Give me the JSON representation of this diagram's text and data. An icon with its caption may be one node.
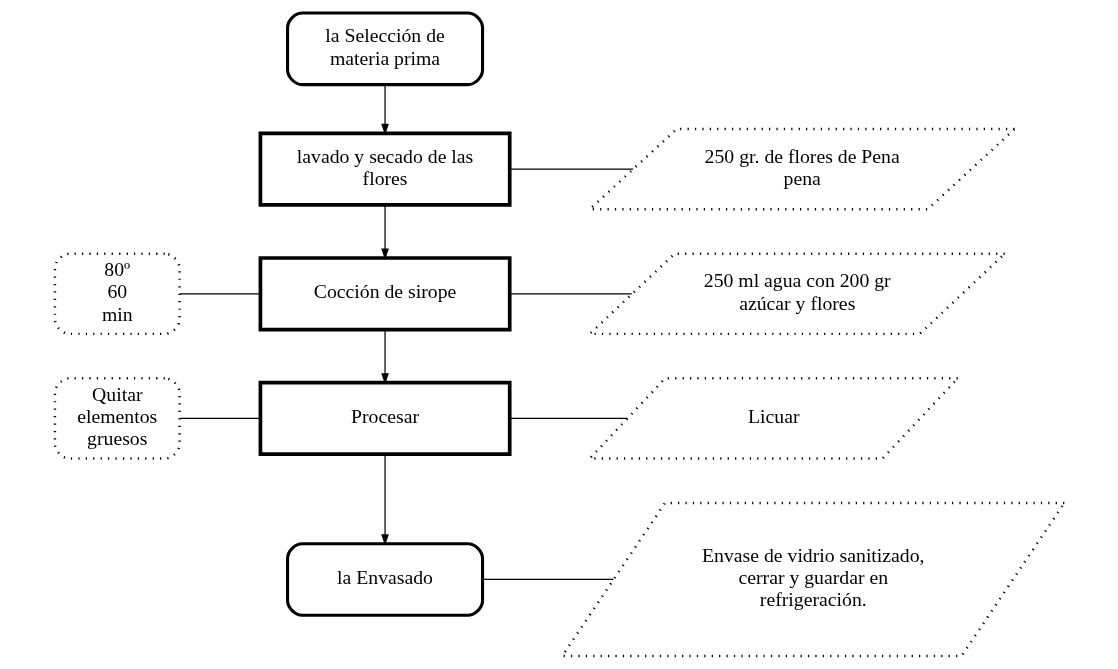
{
  "diagram": {
    "nodes": [
      {
        "text": [
          "la Selección de materia prima"
        ]
      },
      {
        "text": [
          "lavado y secado de las flores"
        ]
      },
      {
        "text": [
          "250 gr. de flores de Pena pena"
        ]
      },
      {
        "text": [
          "80º 60 min"
        ]
      },
      {
        "text": [
          "Cocción de sirope"
        ]
      },
      {
        "text": [
          "250 ml agua con 200 gr azúcar y flores"
        ]
      },
      {
        "text": [
          "Quitar elementos gruesos"
        ]
      },
      {
        "text": [
          "Procesar"
        ]
      },
      {
        "text": [
          "Licuar"
        ]
      },
      {
        "text": [
          "la Envasado"
        ]
      },
      {
        "text": [
          "Envase de vidrio sanitizado, cerrar y guardar en refrigeración."
        ]
      }
    ],
    "edges": [
      {
        "from": 0,
        "to": 1,
        "arrow": "to"
      },
      {
        "from": 1,
        "to": 2,
        "arrow": "none"
      },
      {
        "from": 1,
        "to": 4,
        "arrow": "to"
      },
      {
        "from": 3,
        "to": 4,
        "arrow": "none"
      },
      {
        "from": 4,
        "to": 5,
        "arrow": "none"
      },
      {
        "from": 4,
        "to": 7,
        "arrow": "to"
      },
      {
        "from": 6,
        "to": 7,
        "arrow": "none"
      },
      {
        "from": 7,
        "to": 8,
        "arrow": "none"
      },
      {
        "from": 7,
        "to": 9,
        "arrow": "to"
      },
      {
        "from": 9,
        "to": 10,
        "arrow": "none"
      }
    ]
  }
}
